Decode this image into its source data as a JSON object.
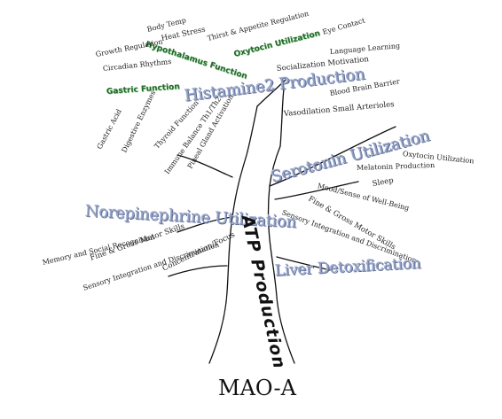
{
  "diagram": {
    "trunk": {
      "label": "ATP Production",
      "root_label": "MAO-A"
    },
    "branches": {
      "hypothalamus": {
        "title": "Hypothalamus Function",
        "items": [
          "Body Temp",
          "Heat Stress",
          "Growth Regulation",
          "Circadian Rhythms",
          "Thirst & Appetite Regulation"
        ]
      },
      "oxytocin": {
        "title": "Oxytocin Utilization",
        "items": [
          "Eye Contact",
          "Language Learning",
          "Socialization Motivation"
        ]
      },
      "histamine": {
        "title": "Histamine2 Production",
        "items": [
          "Blood Brain Barrier",
          "Vasodilation Small Arterioles",
          "Gastric Acid",
          "Digestive Enzymes",
          "Thyroid Function",
          "Immune Balance Th1/Th2",
          "Pineal Gland Activation"
        ]
      },
      "gastric": {
        "title": "Gastric Function"
      },
      "serotonin": {
        "title": "Serotonin Utilization",
        "items": [
          "Oxytocin Utilization",
          "Melatonin Production",
          "Sleep",
          "Mood/Sense of Well-Being",
          "Fine & Gross Motor Skills",
          "Sensory Integration and Discrimination"
        ]
      },
      "norepinephrine": {
        "title": "Norepinephrine Utilization",
        "items": [
          "Memory and Social Recognition",
          "Fine & Gross Motor Skills",
          "Sensory Integration and Discrimination",
          "Concentration/Focus"
        ]
      },
      "liver": {
        "title": "Liver Detoxification"
      }
    }
  }
}
